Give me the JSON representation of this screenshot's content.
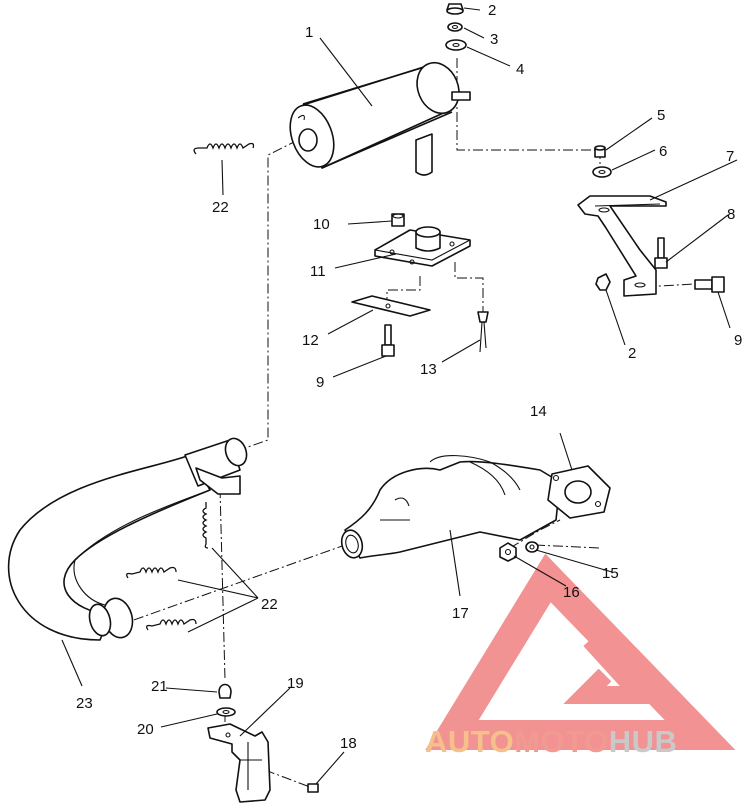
{
  "callouts": {
    "c1": "1",
    "c2a": "2",
    "c3": "3",
    "c4": "4",
    "c5": "5",
    "c6": "6",
    "c7": "7",
    "c8": "8",
    "c9a": "9",
    "c2b": "2",
    "c10": "10",
    "c11": "11",
    "c12": "12",
    "c13": "13",
    "c9b": "9",
    "c22a": "22",
    "c14": "14",
    "c15": "15",
    "c16": "16",
    "c17": "17",
    "c22b": "22",
    "c23": "23",
    "c21": "21",
    "c19": "19",
    "c20": "20",
    "c18": "18"
  },
  "watermark": {
    "part1": "AUTO",
    "part2": "MOTO",
    "part3": "HUB",
    "color_auto": "#f6c08a",
    "color_moto": "#f19a92",
    "color_hub": "#c9c9c9",
    "triangle_color": "#f08080"
  }
}
